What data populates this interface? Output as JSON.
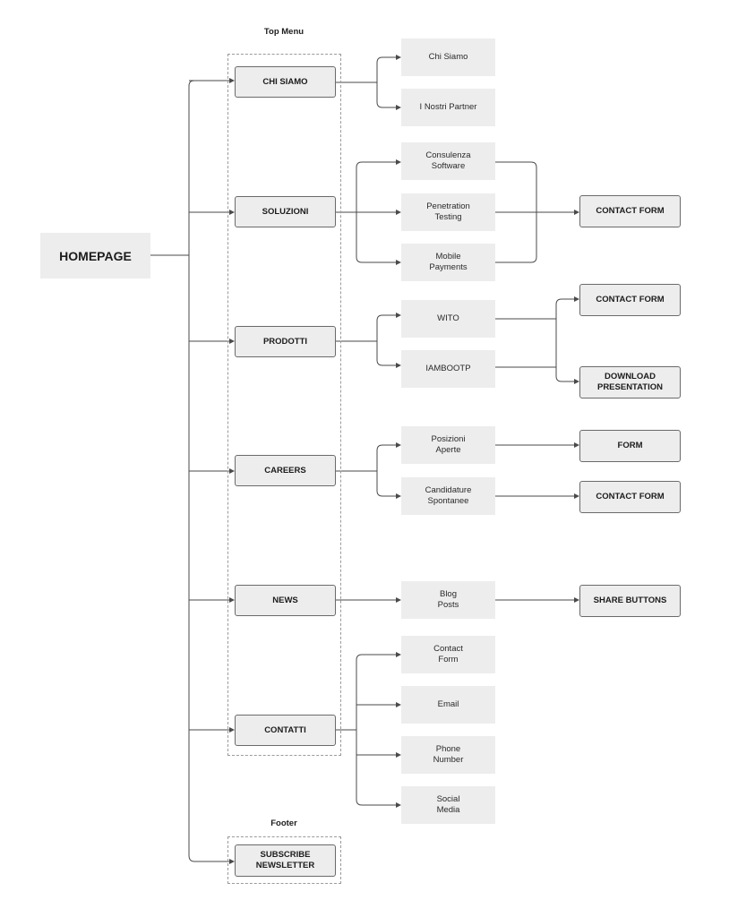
{
  "labels": {
    "top_menu": "Top Menu",
    "footer": "Footer"
  },
  "homepage": "HOMEPAGE",
  "menu": {
    "chi_siamo": "CHI SIAMO",
    "soluzioni": "SOLUZIONI",
    "prodotti": "PRODOTTI",
    "careers": "CAREERS",
    "news": "NEWS",
    "contatti": "CONTATTI"
  },
  "footer_item": "SUBSCRIBE\nNEWSLETTER",
  "pages": {
    "chi_siamo": [
      "Chi Siamo",
      "I Nostri Partner"
    ],
    "soluzioni": [
      "Consulenza\nSoftware",
      "Penetration\nTesting",
      "Mobile\nPayments"
    ],
    "prodotti": [
      "WITO",
      "IAMBOOTP"
    ],
    "careers": [
      "Posizioni\nAperte",
      "Candidature\nSpontanee"
    ],
    "news": [
      "Blog\nPosts"
    ],
    "contatti": [
      "Contact\nForm",
      "Email",
      "Phone\nNumber",
      "Social\nMedia"
    ]
  },
  "actions": {
    "soluzioni_contact": "CONTACT FORM",
    "prodotti_contact": "CONTACT FORM",
    "prodotti_download": "DOWNLOAD\nPRESENTATION",
    "careers_form": "FORM",
    "careers_contact": "CONTACT FORM",
    "news_share": "SHARE BUTTONS"
  },
  "colors": {
    "line": "#4a4a4a",
    "box_fill": "#ededed",
    "border": "#6a6a6a",
    "dashed": "#9a9a9a"
  }
}
